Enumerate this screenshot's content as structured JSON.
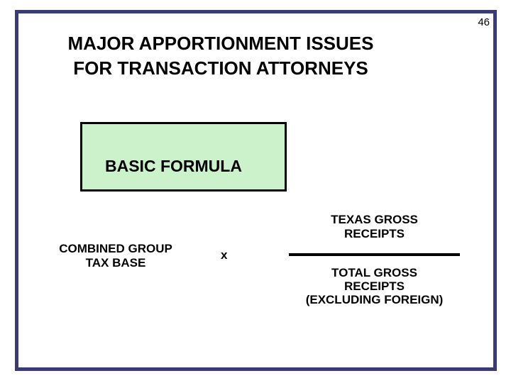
{
  "page": {
    "number": "46"
  },
  "title": {
    "line1": "MAJOR APPORTIONMENT ISSUES",
    "line2": "FOR TRANSACTION ATTORNEYS"
  },
  "formula_box": {
    "label": "BASIC FORMULA"
  },
  "formula": {
    "left_operand_line1": "COMBINED GROUP",
    "left_operand_line2": "TAX BASE",
    "operator": "x",
    "numerator_line1": "TEXAS GROSS",
    "numerator_line2": "RECEIPTS",
    "denominator_line1": "TOTAL GROSS",
    "denominator_line2": "RECEIPTS",
    "denominator_line3": "(EXCLUDING FOREIGN)"
  },
  "colors": {
    "frame_border": "#393a7a",
    "formula_box_fill": "#ccf2cc",
    "formula_box_border": "#000000",
    "text": "#000000",
    "background": "#ffffff"
  }
}
